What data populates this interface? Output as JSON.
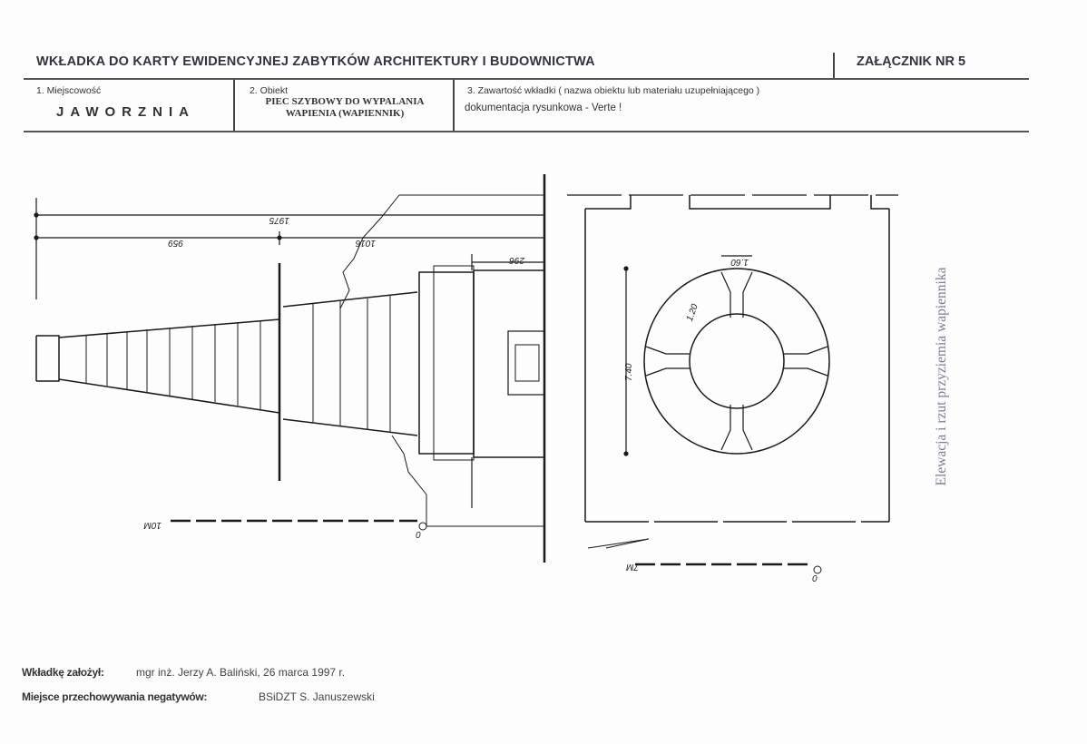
{
  "header": {
    "title": "WKŁADKA DO KARTY EWIDENCYJNEJ ZABYTKÓW ARCHITEKTURY I BUDOWNICTWA",
    "annex": "ZAŁĄCZNIK NR  5"
  },
  "fields": {
    "place_label": "1. Miejscowość",
    "place_value": "JAWORZNIA",
    "object_label": "2. Obiekt",
    "object_line1": "PIEC SZYBOWY DO WYPALANIA",
    "object_line2": "WAPIENIA (WAPIENNIK)",
    "content_label": "3. Zawartość wkładki ( nazwa obiektu lub materiału uzupełniającego )",
    "content_value": "dokumentacja rysunkowa - Verte !"
  },
  "drawing": {
    "dim_overall": "1975",
    "dim_left": "959",
    "dim_mid": "1016",
    "dim_right": "296",
    "scale_left": "10M",
    "scale_left_zero": "0",
    "dim_diameter": "7.40",
    "dim_opening": "1.60",
    "dim_ring": "1.20",
    "scale_right": "7M",
    "scale_right_zero": "0",
    "caption": "Elewacja i rzut przyziemia wapiennika"
  },
  "footer": {
    "author_label": "Wkładkę założył:",
    "author_value": "mgr inż. Jerzy A. Baliński,  26 marca 1997 r.",
    "storage_label": "Miejsce przechowywania negatywów:",
    "storage_value": "BSiDZT S. Januszewski"
  }
}
